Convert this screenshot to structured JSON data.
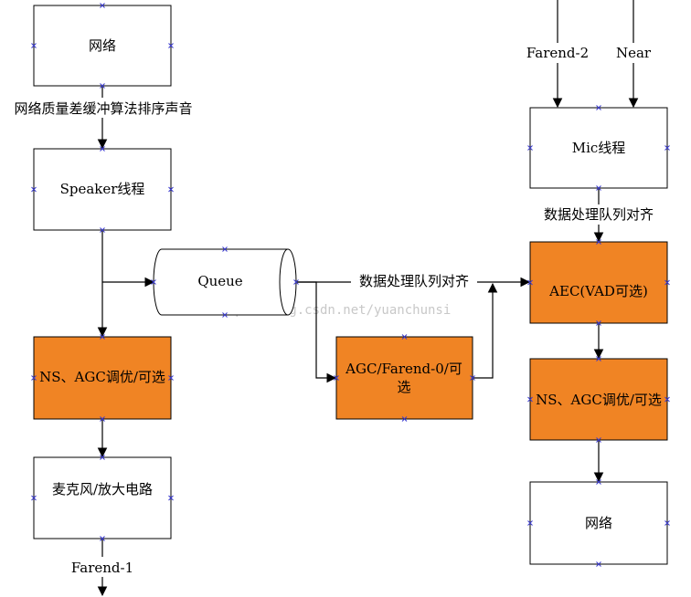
{
  "colors": {
    "orange": "#f08424",
    "white": "#ffffff",
    "stroke": "#000000",
    "handle": "#3a3ad0"
  },
  "nodes": {
    "net_top": "网络",
    "speaker": "Speaker线程",
    "queue": "Queue",
    "ns_agc_left": "NS、AGC调优/可选",
    "mic_amp": "麦克风/放大电路",
    "agc_farend": {
      "line1": "AGC/Farend-0/可",
      "line2": "选"
    },
    "mic": "Mic线程",
    "aec": "AEC(VAD可选)",
    "ns_agc_right": "NS、AGC调优/可选",
    "net_bottom": "网络"
  },
  "edge_labels": {
    "jitter": "网络质量差缓冲算法排序声音",
    "farend1": "Farend-1",
    "align_mid": "数据处理队列对齐",
    "farend2": "Farend-2",
    "near": "Near",
    "align_right": "数据处理队列对齐"
  },
  "watermark": "http://blog.csdn.net/yuanchunsi"
}
